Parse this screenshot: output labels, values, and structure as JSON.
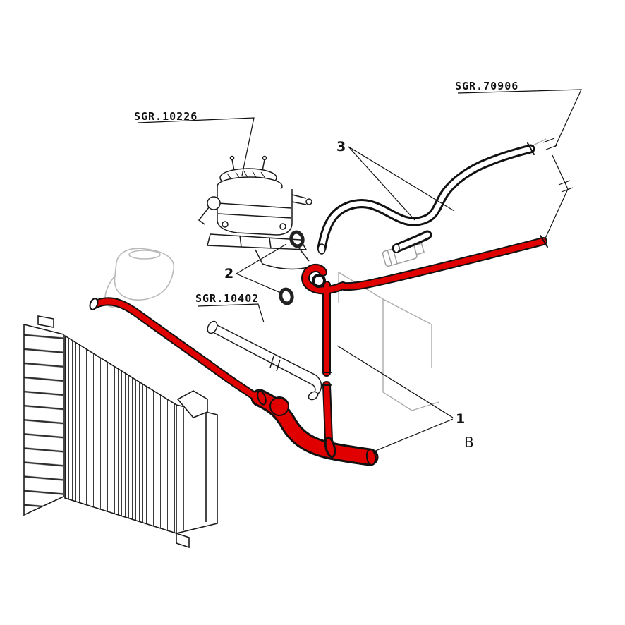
{
  "diagram": {
    "background": "#ffffff",
    "colors": {
      "line": "#111111",
      "highlight": "#e10000",
      "ghost": "#b9b9b9"
    },
    "labels": {
      "sgr_10226": "SGR.10226",
      "sgr_70906": "SGR.70906",
      "sgr_10402": "SGR.10402",
      "callout_1": "1",
      "callout_2": "2",
      "callout_3": "3",
      "ref_b": "B"
    }
  }
}
